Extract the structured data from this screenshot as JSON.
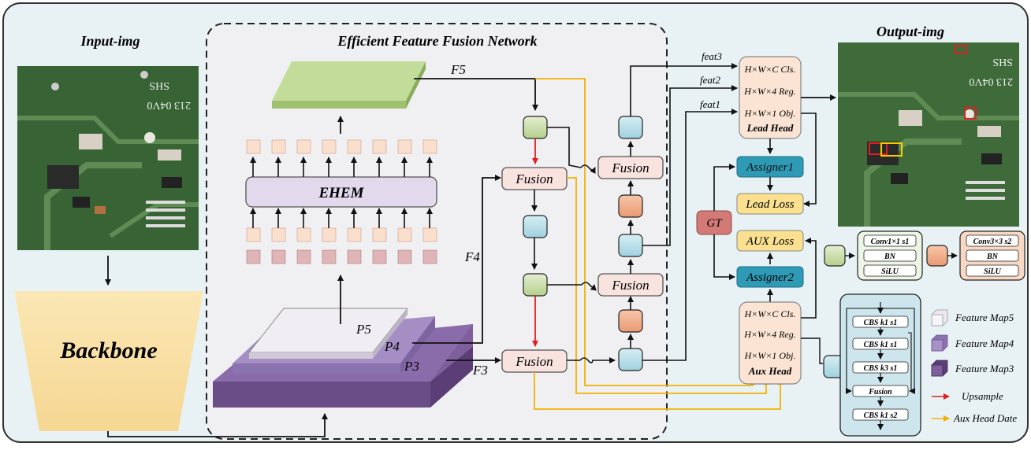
{
  "titles": {
    "input": "Input-img",
    "network": "Efficient Feature Fusion Network",
    "output": "Output-img"
  },
  "backbone": "Backbone",
  "ehem": "EHEM",
  "features": {
    "f5": "F5",
    "f4": "F4",
    "f3": "F3",
    "p5": "P5",
    "p4": "P4",
    "p3": "P3"
  },
  "fusion": "Fusion",
  "feat": {
    "feat3": "feat3",
    "feat2": "feat2",
    "feat1": "feat1"
  },
  "lead_head": {
    "cls": "H×W×C Cls.",
    "reg": "H×W×4 Reg.",
    "obj": "H×W×1 Obj.",
    "name": "Lead Head"
  },
  "aux_head": {
    "cls": "H×W×C Cls.",
    "reg": "H×W×4 Reg.",
    "obj": "H×W×1 Obj.",
    "name": "Aux Head"
  },
  "assigner1": "Assigner1",
  "assigner2": "Assigner2",
  "lead_loss": "Lead Loss",
  "aux_loss": "AUX Loss",
  "gt": "GT",
  "cbs1": {
    "l1": "Conv1×1 s1",
    "l2": "BN",
    "l3": "SiLU"
  },
  "cbs3": {
    "l1": "Conv3×3 s2",
    "l2": "BN",
    "l3": "SiLU"
  },
  "elan": {
    "b1": "CBS k1 s1",
    "b2": "CBS k1 s1",
    "b3": "CBS k3 s1",
    "b4": "Fusion",
    "b5": "CBS k1 s2"
  },
  "legend": {
    "fm5": "Feature Map5",
    "fm4": "Feature Map4",
    "fm3": "Feature Map3",
    "upsample": "Upsample",
    "aux_date": "Aux Head Date"
  },
  "pcb": {
    "input_text_1": "SHS",
    "input_text_2": "213 04V0",
    "output_text_1": "SHS",
    "output_text_2": "213 04V0"
  },
  "colors": {
    "panel_bg": "#e8f2f5",
    "green_plate": "#b9d68f",
    "light_box": "#f9dfcc",
    "pink_box": "#dfb5b8",
    "ehem_fill": "#e2d9ec",
    "green_cube": "#cfe0b0",
    "blue_cube": "#c6e6ef",
    "orange_cube": "#f2b08f",
    "fusion_fill": "#f8e3df",
    "assigner": "#2e9ab5",
    "loss": "#fae08f",
    "gt": "#d47a76",
    "purple_dark": "#7d5d99",
    "upsample_arrow": "#e02020",
    "aux_arrow": "#f2b100",
    "pcb_green": "#3f6b3b"
  }
}
